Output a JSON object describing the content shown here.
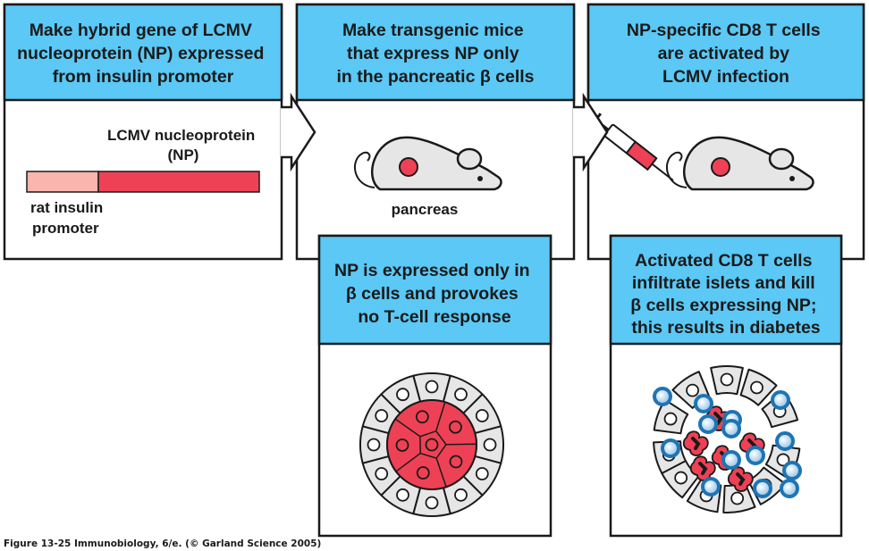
{
  "colors": {
    "header_blue": "#5bc8f5",
    "np_red": "#ee4155",
    "promoter_pink": "#f9b5ae",
    "cell_grey": "#e6e6e6",
    "tcell_blue": "#1f74b3"
  },
  "panels": [
    {
      "header": [
        "Make hybrid gene of LCMV",
        "nucleoprotein (NP) expressed",
        "from insulin promoter"
      ],
      "labels": {
        "np": [
          "LCMV nucleoprotein",
          "(NP)"
        ],
        "promoter": [
          "rat insulin",
          "promoter"
        ]
      }
    },
    {
      "header": [
        "Make transgenic mice",
        "that express NP only",
        "in the pancreatic β cells"
      ],
      "labels": {
        "pancreas": "pancreas"
      }
    },
    {
      "header": [
        "NP-specific CD8 T cells",
        "are activated by",
        "LCMV infection"
      ]
    },
    {
      "header": [
        "NP is expressed only in",
        "β cells and provokes",
        "no T-cell response"
      ]
    },
    {
      "header": [
        "Activated CD8 T cells",
        "infiltrate islets and kill",
        "β cells expressing NP;",
        "this results in diabetes"
      ]
    }
  ],
  "caption": "Figure 13-25  Immunobiology, 6/e. (© Garland Science 2005)"
}
